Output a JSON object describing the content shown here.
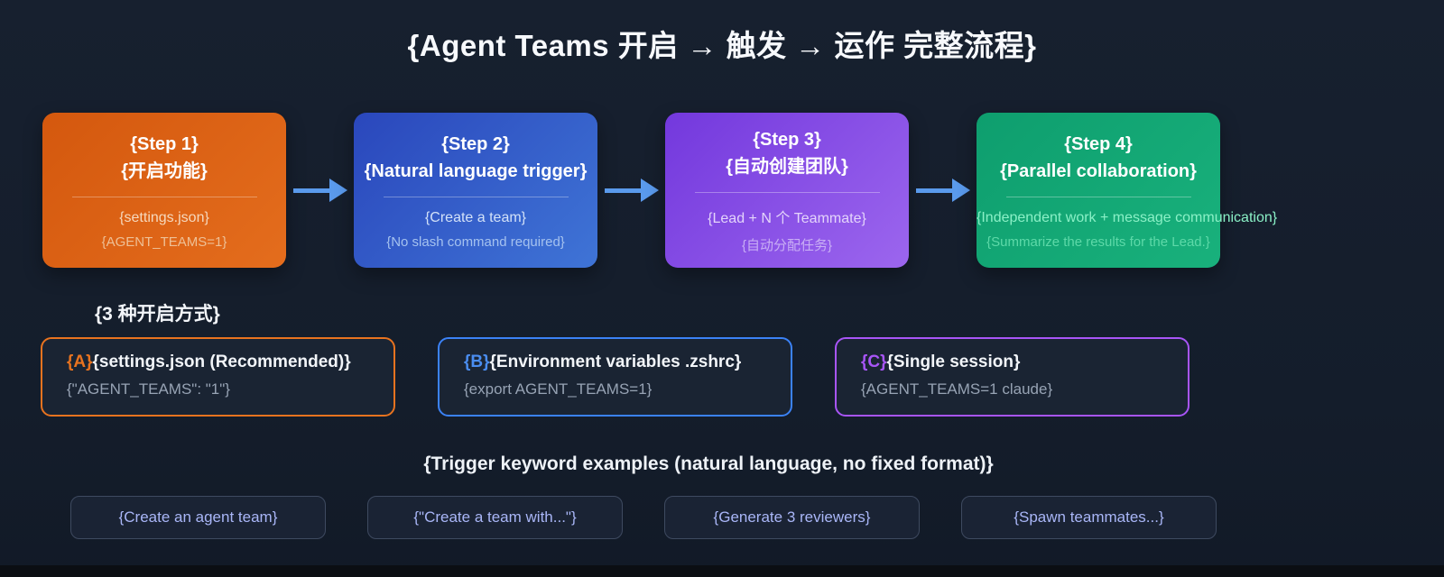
{
  "page": {
    "title": "{Agent Teams 开启 → 触发 → 运作 完整流程}",
    "background_color": "#141d2b",
    "arrow_color": "#5a9aec"
  },
  "steps": [
    {
      "title": "{Step 1}",
      "subtitle": "{开启功能}",
      "line1": "{settings.json}",
      "line2": "{AGENT_TEAMS=1}",
      "color_from": "#d4580e",
      "color_to": "#e46d1d"
    },
    {
      "title": "{Step 2}",
      "subtitle": "{Natural language trigger}",
      "line1": "{Create a team}",
      "line2": "{No slash command required}",
      "color_from": "#2a47bc",
      "color_to": "#3f74d6"
    },
    {
      "title": "{Step 3}",
      "subtitle": "{自动创建团队}",
      "line1": "{Lead + N 个 Teammate}",
      "line2": "{自动分配任务}",
      "color_from": "#7338dd",
      "color_to": "#9c66ee"
    },
    {
      "title": "{Step 4}",
      "subtitle": "{Parallel collaboration}",
      "line1": "{Independent work + message communication}",
      "line2": "{Summarize the results for the Lead.}",
      "color_from": "#0e9e6e",
      "color_to": "#19b17c"
    }
  ],
  "methods": {
    "heading": "{3 种开启方式}",
    "items": [
      {
        "badge": "{A}",
        "title": "{settings.json (Recommended)}",
        "code": "{\"AGENT_TEAMS\": \"1\"}",
        "accent": "#e8731f"
      },
      {
        "badge": "{B}",
        "title": "{Environment variables .zshrc}",
        "code": "{export AGENT_TEAMS=1}",
        "accent": "#3b82f6"
      },
      {
        "badge": "{C}",
        "title": "{Single session}",
        "code": "{AGENT_TEAMS=1 claude}",
        "accent": "#a855f7"
      }
    ]
  },
  "triggers": {
    "heading": "{Trigger keyword examples (natural language, no fixed format)}",
    "items": [
      {
        "label": "{Create an agent team}"
      },
      {
        "label": "{\"Create a team with...\"}"
      },
      {
        "label": "{Generate 3 reviewers}"
      },
      {
        "label": "{Spawn teammates...}"
      }
    ]
  }
}
